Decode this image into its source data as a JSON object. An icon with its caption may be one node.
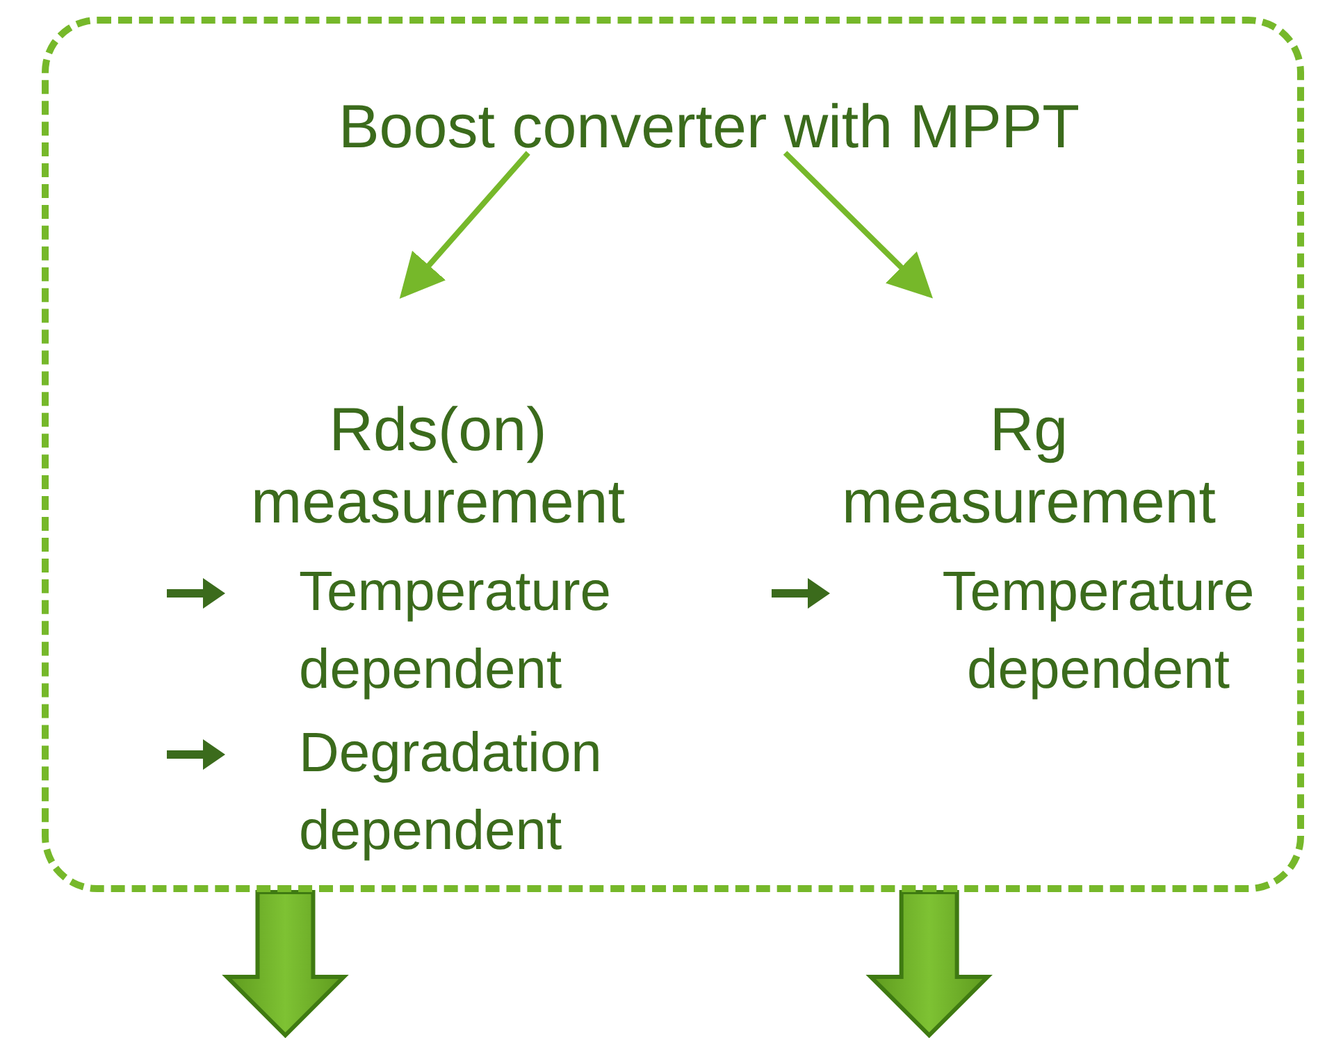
{
  "diagram": {
    "nodes": [
      {
        "text": [],
        "shape": "box"
      },
      {
        "text": [
          "Boost converter with MPPT"
        ],
        "in": 0
      },
      {
        "text": [
          "Rds(on) measurement",
          "Temperature dependent",
          "Degradation dependent"
        ],
        "in": 0
      },
      {
        "text": [
          "Rg measurement",
          "Temperature dependent"
        ],
        "in": 0
      }
    ],
    "edges": [
      {
        "from": 1,
        "to": 2,
        "arrow": "to"
      },
      {
        "from": 1,
        "to": 3,
        "arrow": "to"
      },
      {
        "from": 0,
        "to": null,
        "arrow": "to",
        "style": "thick"
      },
      {
        "from": 0,
        "to": null,
        "arrow": "to",
        "style": "thick"
      }
    ]
  }
}
